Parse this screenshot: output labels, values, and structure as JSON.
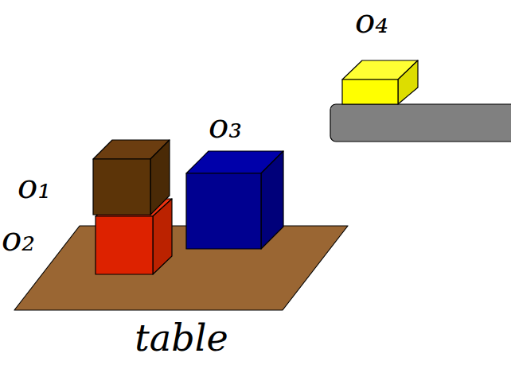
{
  "diagram": {
    "labels": [
      "o₄",
      "o₃",
      "o₁",
      "o₂",
      "table"
    ]
  }
}
